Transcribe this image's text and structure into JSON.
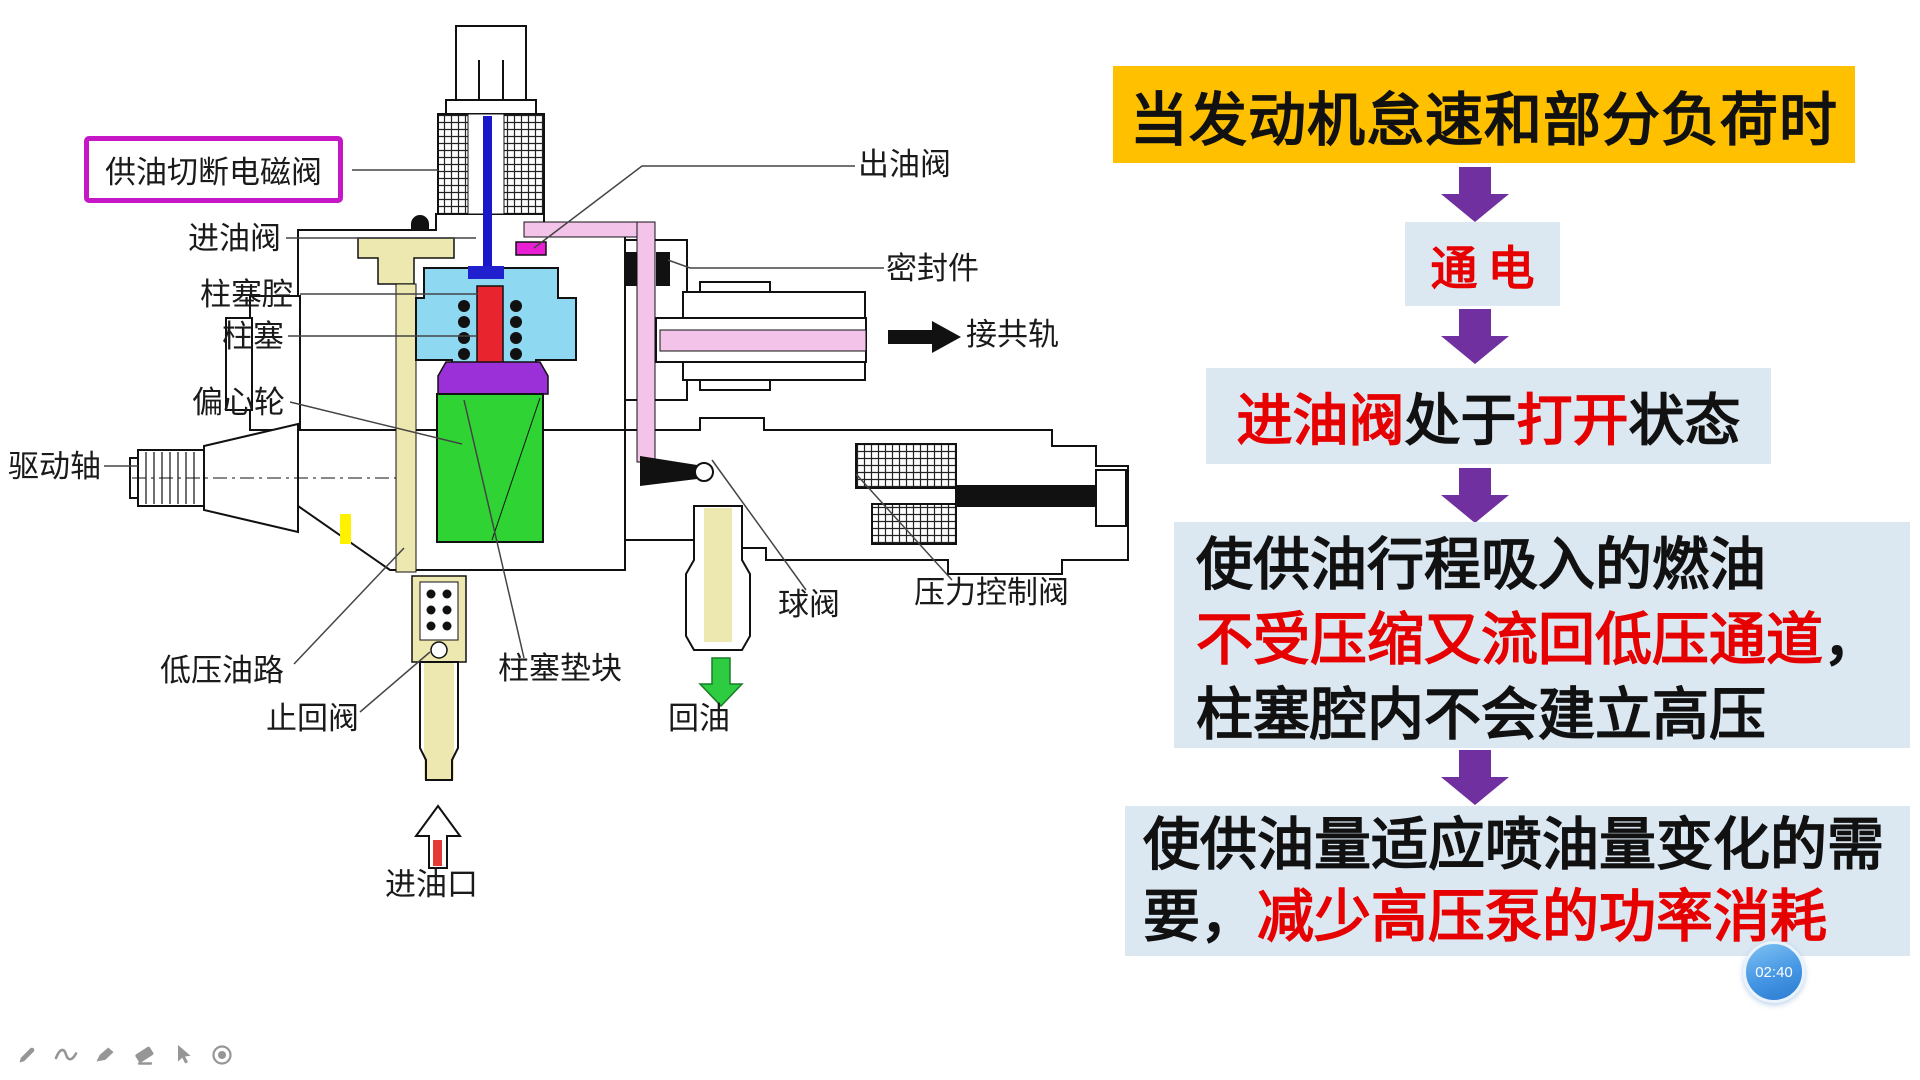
{
  "diagram": {
    "labels": {
      "solenoid": "供油切断电磁阀",
      "inlet_valve": "进油阀",
      "plunger_chamber": "柱塞腔",
      "plunger": "柱塞",
      "eccentric": "偏心轮",
      "drive_shaft": "驱动轴",
      "low_pressure": "低压油路",
      "check_valve": "止回阀",
      "fuel_inlet": "进油口",
      "outlet_valve": "出油阀",
      "seal": "密封件",
      "to_rail": "接共轨",
      "pressure_valve": "压力控制阀",
      "ball_valve": "球阀",
      "plunger_pad": "柱塞垫块",
      "oil_return": "回油"
    }
  },
  "flowchart": {
    "title": "当发动机怠速和部分负荷时",
    "step_power": "通电",
    "step_valve": {
      "seg1": "进油阀",
      "seg2": "处于",
      "seg3": "打开",
      "seg4": "状态"
    },
    "step_fuel": {
      "line1": "使供油行程吸入的燃油",
      "line2_red": "不受压缩又流回低压通道",
      "line2_tail": "，",
      "line3": "柱塞腔内不会建立高压"
    },
    "step_result": {
      "line1": "使供油量适应喷油量变化的需",
      "line2_head": "要，",
      "line2_red": "减少高压泵的功率消耗"
    }
  },
  "timer": {
    "value": "02:40"
  },
  "colors": {
    "title_gold": "#FFC000",
    "arrow_purple": "#7030A0",
    "box_blue": "#DBE8F2",
    "text_red": "#E60000",
    "label_box_magenta": "#C617C6"
  },
  "toolbar": {
    "icons": [
      "pen-icon",
      "curve-icon",
      "marker-icon",
      "eraser-icon",
      "cursor-icon",
      "record-icon"
    ]
  }
}
